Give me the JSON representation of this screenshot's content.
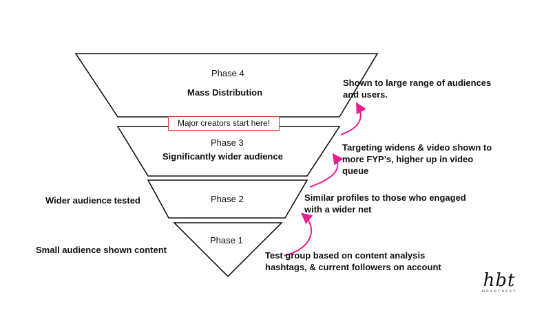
{
  "phases": [
    {
      "number": "Phase 4",
      "title": "Mass Distribution"
    },
    {
      "number": "Phase 3",
      "title": "Significantly wider audience"
    },
    {
      "number": "Phase 2",
      "title": ""
    },
    {
      "number": "Phase 1",
      "title": ""
    }
  ],
  "callout": {
    "label": "Major creators start here!",
    "border_color": "#e53935"
  },
  "left_labels": {
    "phase2": "Wider audience tested",
    "phase1": "Small audience shown content"
  },
  "right_notes": {
    "phase4": [
      "Shown to large range of audiences",
      "and users."
    ],
    "phase3": [
      "Targeting widens & video shown to",
      "more FYP’s, higher up in video",
      "queue"
    ],
    "phase2": [
      "Similar profiles to those who engaged",
      "with a wider net"
    ],
    "phase1": [
      "Test group based on content analysis",
      "hashtags, & current followers on account"
    ]
  },
  "arrow_color": "#e91e8c",
  "brand": {
    "mark": "hbt",
    "word": "HEARTBEAT"
  }
}
